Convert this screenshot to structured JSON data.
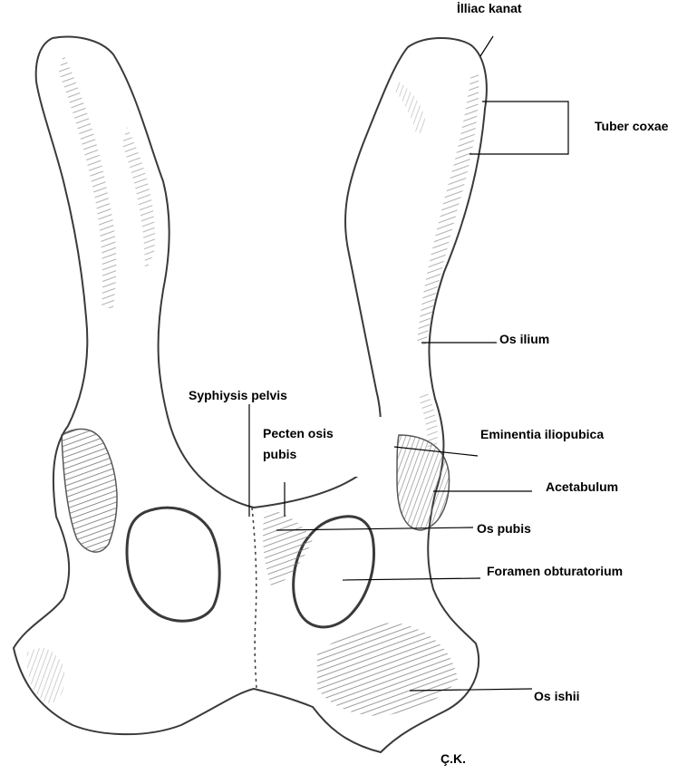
{
  "labels": {
    "illiac_kanat": "İlliac kanat",
    "tuber_coxae": "Tuber coxae",
    "os_ilium": "Os ilium",
    "syphiysis_pelvis": "Syphiysis pelvis",
    "pecten_osis_pubis": "Pecten osis pubis",
    "eminentia_iliopubica": "Eminentia iliopubica",
    "acetabulum": "Acetabulum",
    "os_pubis": "Os pubis",
    "foramen_obturatorium": "Foramen obturatorium",
    "os_ishii": "Os ishii",
    "signature": "Ç.K."
  },
  "colors": {
    "outline": "#3a3a3a",
    "shading": "#8a8a8a",
    "leader": "#000000"
  }
}
